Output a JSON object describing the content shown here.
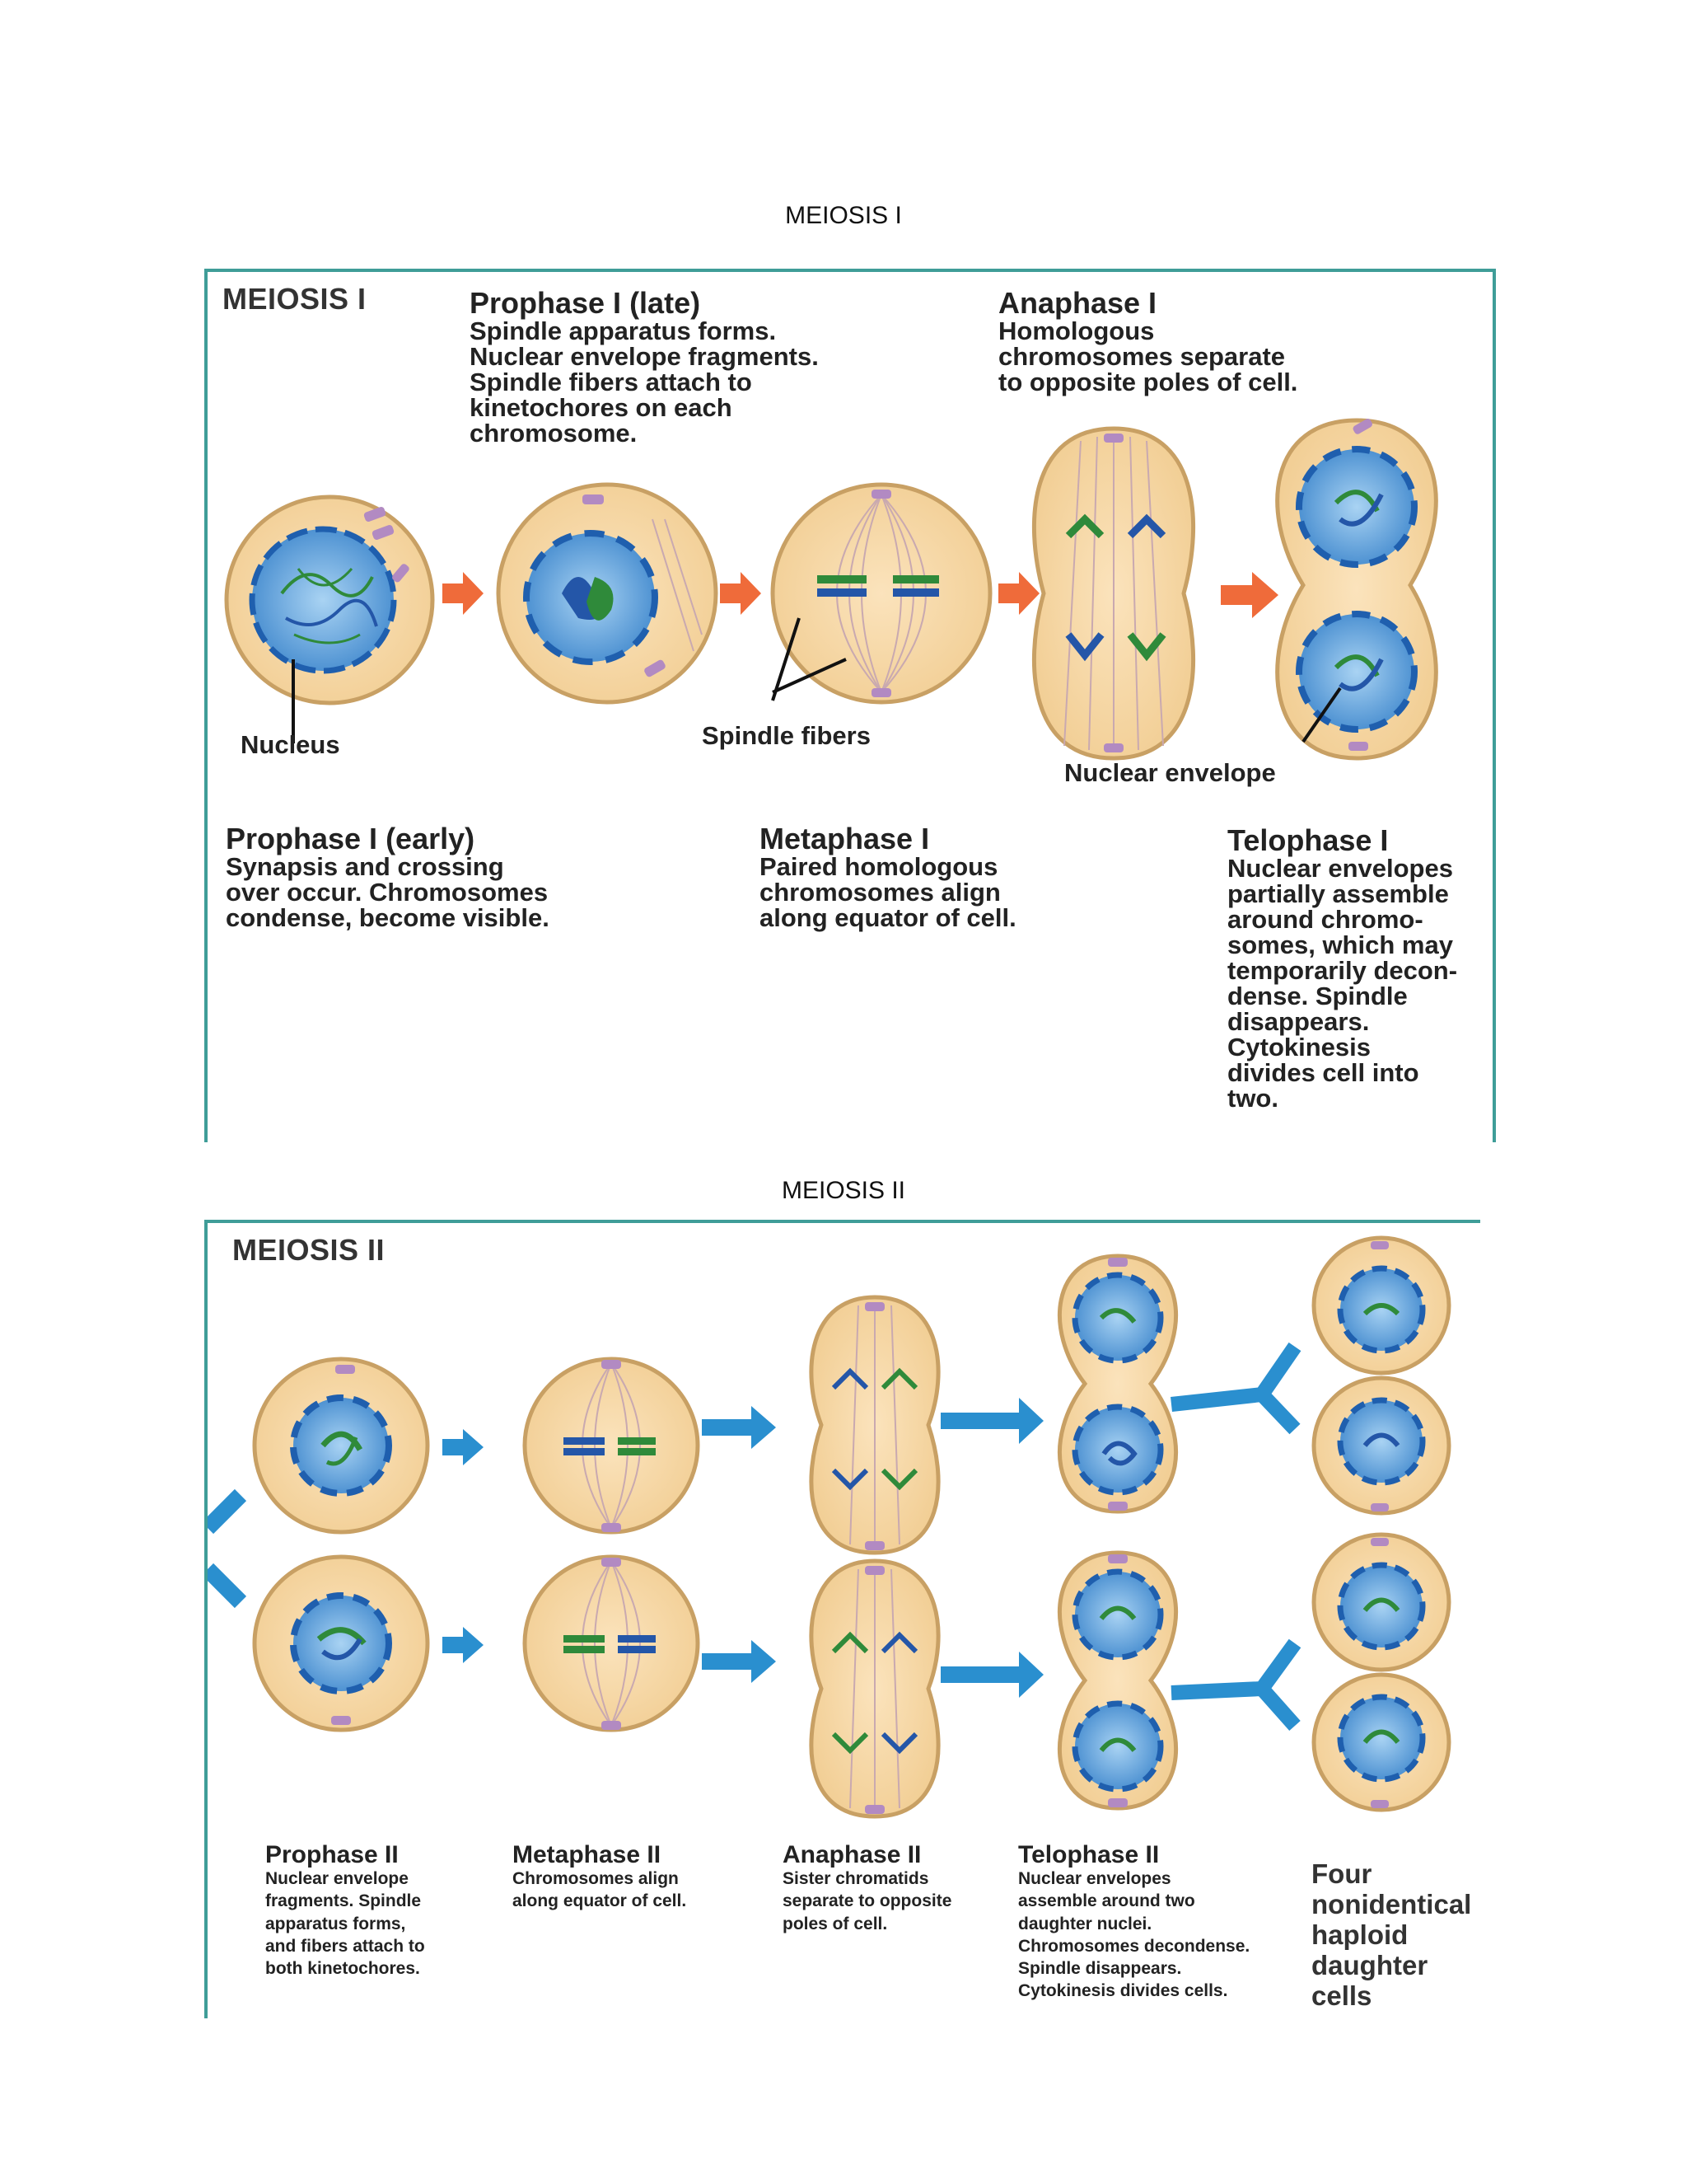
{
  "headings": {
    "meiosis1": "MEIOSIS I",
    "meiosis2": "MEIOSIS II"
  },
  "meiosis1": {
    "title": "MEIOSIS I",
    "stages": [
      {
        "name": "Prophase I (early)",
        "desc": "Synapsis and crossing\nover occur. Chromosomes\ncondense, become visible."
      },
      {
        "name": "Prophase I (late)",
        "desc": "Spindle apparatus forms.\nNuclear envelope fragments.\nSpindle fibers attach to\nkinetochores on each\nchromosome."
      },
      {
        "name": "Metaphase I",
        "desc": "Paired homologous\nchromosomes align\nalong equator of cell."
      },
      {
        "name": "Anaphase I",
        "desc": "Homologous\nchromosomes separate\nto opposite poles of cell."
      },
      {
        "name": "Telophase I",
        "desc": "Nuclear envelopes\npartially assemble\naround chromo-\nsomes, which may\ntemporarily decon-\ndense. Spindle\ndisappears.\nCytokinesis\ndivides cell into\ntwo."
      }
    ],
    "labels": {
      "nucleus": "Nucleus",
      "spindle_fibers": "Spindle fibers",
      "nuclear_envelope": "Nuclear envelope"
    }
  },
  "meiosis2": {
    "title": "MEIOSIS II",
    "stages": [
      {
        "name": "Prophase II",
        "desc": "Nuclear envelope\nfragments. Spindle\napparatus forms,\nand fibers attach to\nboth  kinetochores."
      },
      {
        "name": "Metaphase II",
        "desc": "Chromosomes align\nalong  equator of cell."
      },
      {
        "name": "Anaphase II",
        "desc": "Sister chromatids\nseparate to opposite\npoles of cell."
      },
      {
        "name": "Telophase II",
        "desc": "Nuclear envelopes\nassemble around two\ndaughter nuclei.\nChromosomes decondense.\nSpindle disappears.\nCytokinesis divides cells."
      }
    ],
    "result": "Four\nnonidentical\nhaploid\ndaughter\ncells"
  },
  "colors": {
    "cell_fill": "#f6d7a6",
    "cell_border": "#c8a064",
    "nucleus_fill": "#5d9fd9",
    "envelope": "#1f5fae",
    "chromosome_green": "#2f8a3a",
    "chromosome_blue": "#2456a8",
    "centrosome": "#b28ac2",
    "arrow_red": "#ef6b3a",
    "arrow_blue": "#2a8fcf",
    "frame": "#3f9d98"
  }
}
